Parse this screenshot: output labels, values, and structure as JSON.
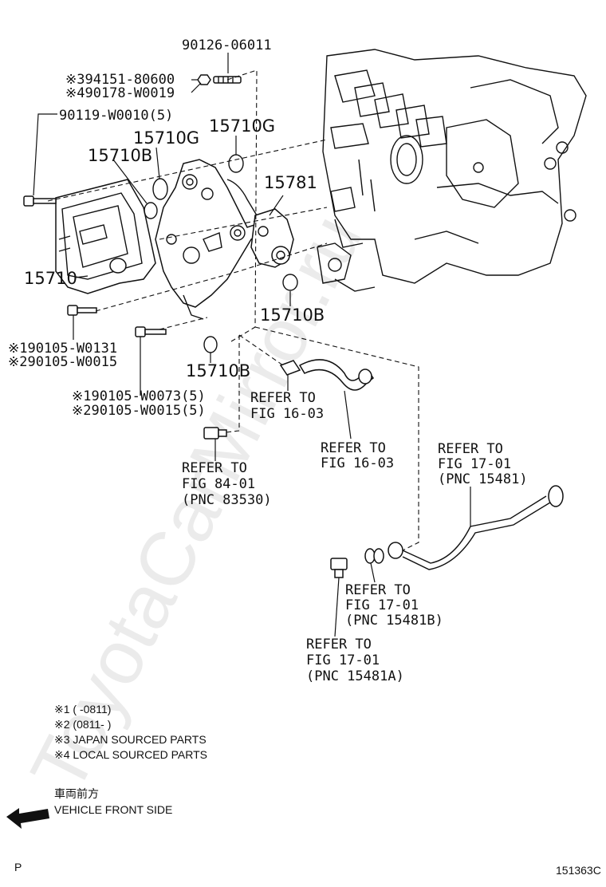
{
  "watermark": "ToyotaCarMirror.ru",
  "parts": {
    "p90126": "90126-06011",
    "p94151": "※394151-80600",
    "p90178": "※490178-W0019",
    "p90119": "90119-W0010(5)",
    "p15710G_a": "15710G",
    "p15710G_b": "15710G",
    "p15710B_a": "15710B",
    "p15781": "15781",
    "p15710": "15710",
    "p15710B_b": "15710B",
    "p15710B_c": "15710B",
    "p90105_a1": "※190105-W0131",
    "p90105_a2": "※290105-W0015",
    "p90105_b1": "※190105-W0073(5)",
    "p90105_b2": "※290105-W0015(5)"
  },
  "refs": {
    "r1603a": [
      "REFER TO",
      "FIG 16-03"
    ],
    "r1603b": [
      "REFER TO",
      "FIG 16-03"
    ],
    "r8401": [
      "REFER TO",
      "FIG 84-01",
      "(PNC 83530)"
    ],
    "r1701": [
      "REFER TO",
      "FIG 17-01",
      "(PNC 15481)"
    ],
    "r1701b": [
      "REFER TO",
      "FIG 17-01",
      "(PNC 15481B)"
    ],
    "r1701a": [
      "REFER TO",
      "FIG 17-01",
      "(PNC 15481A)"
    ]
  },
  "notes": [
    "※1 (       -0811)",
    "※2 (0811-        )",
    "※3 JAPAN SOURCED PARTS",
    "※4 LOCAL SOURCED PARTS"
  ],
  "direction": {
    "jp": "車両前方",
    "en": "VEHICLE FRONT SIDE"
  },
  "corner_left": "P",
  "figure_id": "151363C"
}
